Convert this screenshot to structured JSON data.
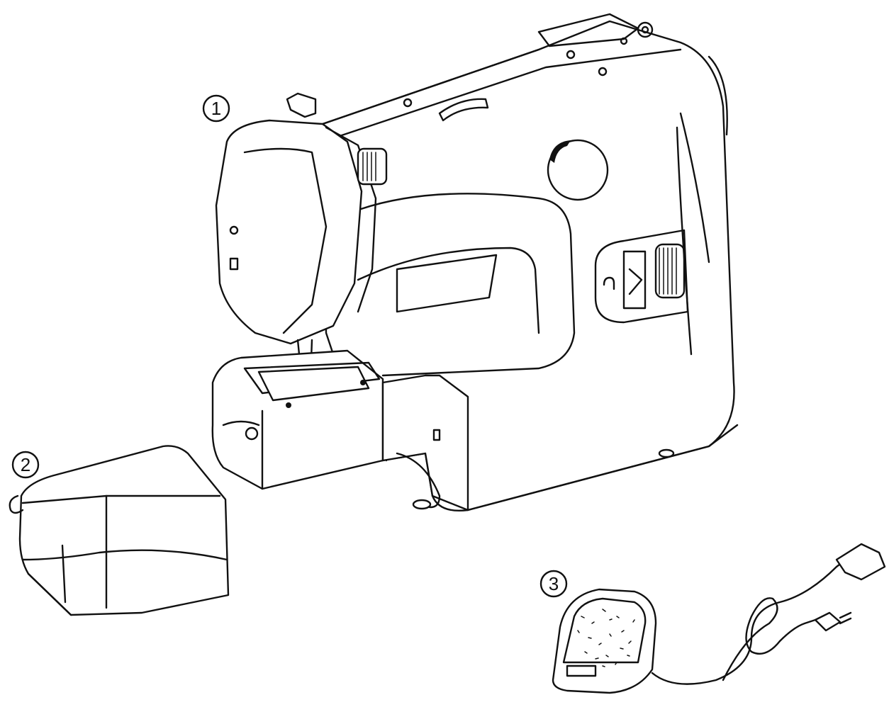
{
  "callouts": [
    {
      "id": "1",
      "label": "1"
    },
    {
      "id": "2",
      "label": "2"
    },
    {
      "id": "3",
      "label": "3"
    }
  ],
  "parts": {
    "machine_icon": "sewing-machine",
    "case_icon": "accessory-case",
    "pedal_icon": "foot-pedal-with-cord"
  },
  "colors": {
    "line": "#111111",
    "background": "#ffffff"
  }
}
